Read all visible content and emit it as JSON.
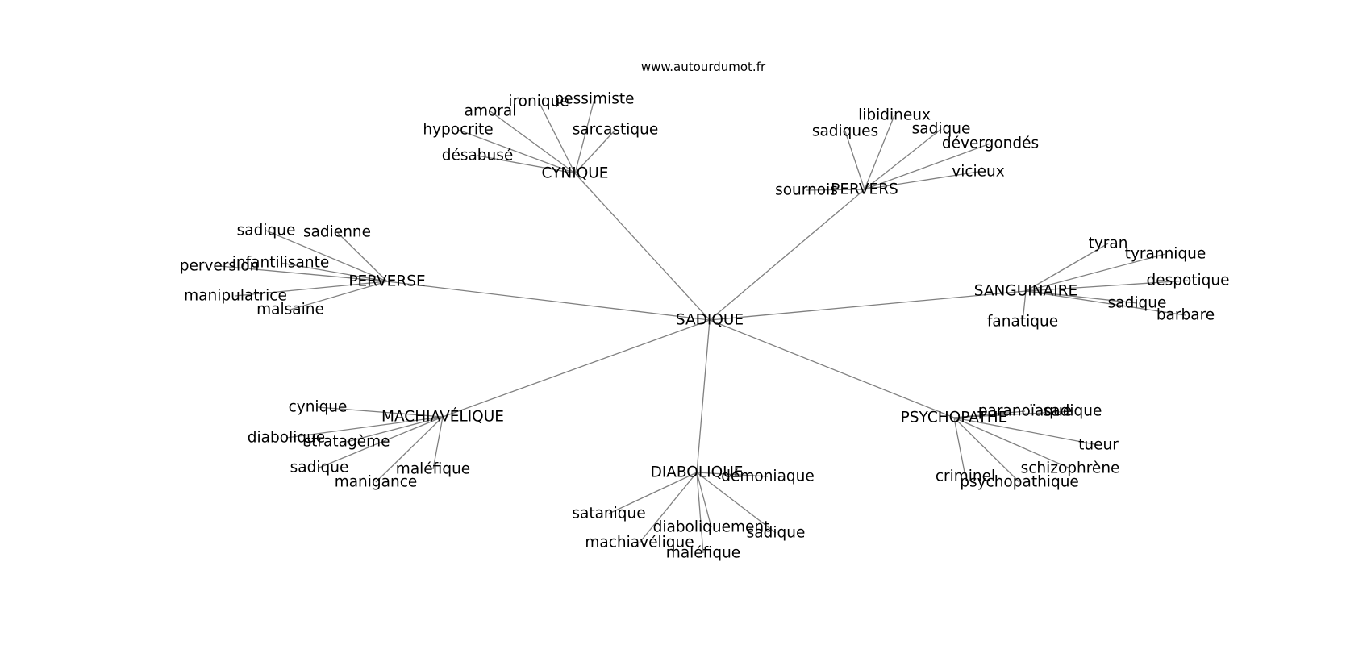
{
  "credit": "www.autourdumot.fr",
  "colors": {
    "edge": "#808080",
    "text": "#000000",
    "background": "#ffffff"
  },
  "graph": {
    "center": "SADIQUE",
    "clusters": [
      {
        "hub": "CYNIQUE",
        "leaves": [
          "amoral",
          "ironique",
          "pessimiste",
          "hypocrite",
          "sarcastique",
          "désabusé"
        ]
      },
      {
        "hub": "PERVERS",
        "leaves": [
          "libidineux",
          "sadiques",
          "sadique",
          "dévergondés",
          "vicieux",
          "sournois"
        ]
      },
      {
        "hub": "PERVERSE",
        "leaves": [
          "sadique",
          "sadienne",
          "perversion",
          "infantilisante",
          "manipulatrice",
          "malsaine"
        ]
      },
      {
        "hub": "SANGUINAIRE",
        "leaves": [
          "tyran",
          "tyrannique",
          "despotique",
          "sadique",
          "barbare",
          "fanatique"
        ]
      },
      {
        "hub": "MACHIAVÉLIQUE",
        "leaves": [
          "cynique",
          "diabolique",
          "stratagème",
          "sadique",
          "maléfique",
          "manigance"
        ]
      },
      {
        "hub": "DIABOLIQUE",
        "leaves": [
          "démoniaque",
          "satanique",
          "diaboliquement",
          "sadique",
          "machiavélique",
          "maléfique"
        ]
      },
      {
        "hub": "PSYCHOPATHE",
        "leaves": [
          "paranoïaque",
          "sadique",
          "tueur",
          "schizophrène",
          "criminel",
          "psychopathique"
        ]
      }
    ]
  }
}
